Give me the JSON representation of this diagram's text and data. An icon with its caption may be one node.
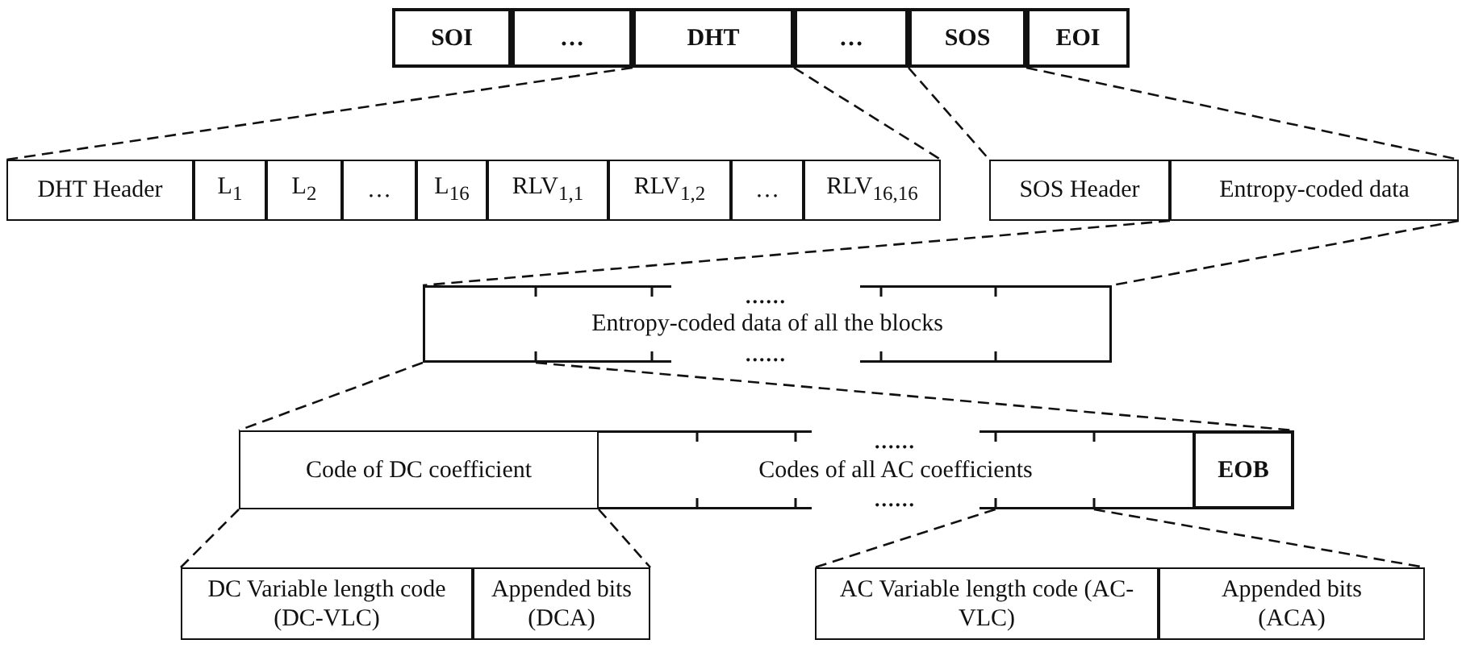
{
  "diagram": {
    "nodes": [
      {
        "text": [
          "SOI"
        ]
      },
      {
        "text": [
          "…"
        ]
      },
      {
        "text": [
          "DHT"
        ]
      },
      {
        "text": [
          "…"
        ]
      },
      {
        "text": [
          "SOS"
        ]
      },
      {
        "text": [
          "EOI"
        ]
      },
      {
        "text": [
          "DHT Header"
        ]
      },
      {
        "text": [
          "L$_{1}$"
        ]
      },
      {
        "text": [
          "L$_{2}$"
        ]
      },
      {
        "text": [
          "…"
        ]
      },
      {
        "text": [
          "L$_{16}$"
        ]
      },
      {
        "text": [
          "RLV$_{1,1}$"
        ]
      },
      {
        "text": [
          "RLV$_{1,2}$"
        ]
      },
      {
        "text": [
          "…"
        ]
      },
      {
        "text": [
          "RLV$_{16,16}$"
        ]
      },
      {
        "text": [
          "SOS Header"
        ]
      },
      {
        "text": [
          "Entropy-coded data"
        ]
      },
      {
        "text": [
          "Entropy-coded data of all the blocks"
        ]
      },
      {
        "text": [
          "Code of DC coefficient"
        ]
      },
      {
        "text": [
          "Codes of all AC coefficients"
        ]
      },
      {
        "text": [
          "EOB"
        ]
      },
      {
        "text": [
          "DC Variable length code (DC-VLC)"
        ]
      },
      {
        "text": [
          "Appended bits (DCA)"
        ]
      },
      {
        "text": [
          "AC Variable length code (AC-VLC)"
        ]
      },
      {
        "text": [
          "Appended bits (ACA)"
        ]
      }
    ],
    "edges": [
      {
        "from": 2,
        "to": 6,
        "arrow": "none",
        "style": "dashed"
      },
      {
        "from": 2,
        "to": 14,
        "arrow": "none",
        "style": "dashed"
      },
      {
        "from": 4,
        "to": 15,
        "arrow": "none",
        "style": "dashed"
      },
      {
        "from": 4,
        "to": 16,
        "arrow": "none",
        "style": "dashed"
      },
      {
        "from": 16,
        "to": 17,
        "arrow": "none",
        "style": "dashed"
      },
      {
        "from": 16,
        "to": 17,
        "arrow": "none",
        "style": "dashed"
      },
      {
        "from": 17,
        "to": 18,
        "arrow": "none",
        "style": "dashed"
      },
      {
        "from": 17,
        "to": 20,
        "arrow": "none",
        "style": "dashed"
      },
      {
        "from": 18,
        "to": 21,
        "arrow": "none",
        "style": "dashed"
      },
      {
        "from": 18,
        "to": 22,
        "arrow": "none",
        "style": "dashed"
      },
      {
        "from": 19,
        "to": 23,
        "arrow": "none",
        "style": "dashed"
      },
      {
        "from": 19,
        "to": 24,
        "arrow": "none",
        "style": "dashed"
      }
    ],
    "labels": [
      "......",
      "......",
      "......",
      "......"
    ]
  }
}
